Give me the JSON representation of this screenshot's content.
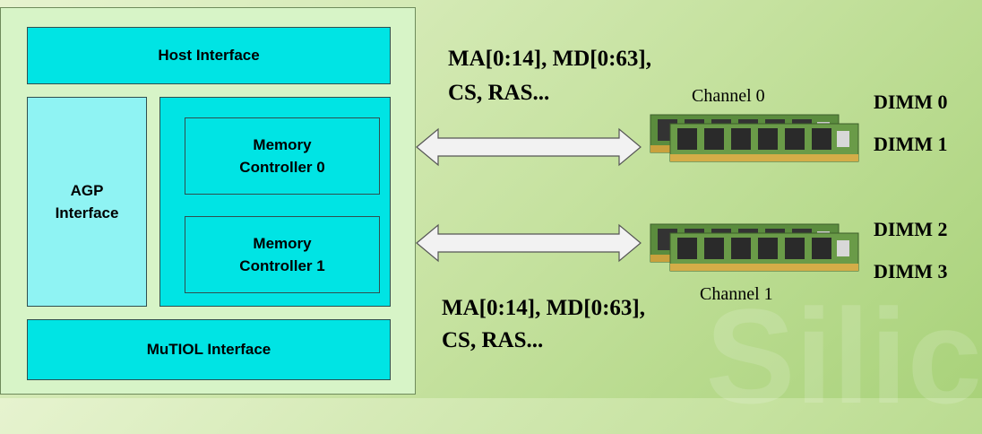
{
  "chip": {
    "host_interface": "Host Interface",
    "agp_interface": "AGP Interface",
    "memory_controller_0": "Memory Controller 0",
    "memory_controller_1": "Memory Controller 1",
    "mutiol_interface": "MuTIOL Interface"
  },
  "bus_top": {
    "line1": "MA[0:14], MD[0:63],",
    "line2": "CS, RAS..."
  },
  "bus_bottom": {
    "line1": "MA[0:14], MD[0:63],",
    "line2": "CS, RAS..."
  },
  "channels": {
    "channel0": "Channel 0",
    "channel1": "Channel 1"
  },
  "dimms": [
    "DIMM 0",
    "DIMM 1",
    "DIMM 2",
    "DIMM 3"
  ],
  "watermark": "Silic",
  "colors": {
    "chip_bg": "#d7f4c7",
    "block_cyan": "#00e4e4",
    "block_pale_cyan": "#8ff3f3",
    "module_pcb": "#5a8a3c"
  }
}
